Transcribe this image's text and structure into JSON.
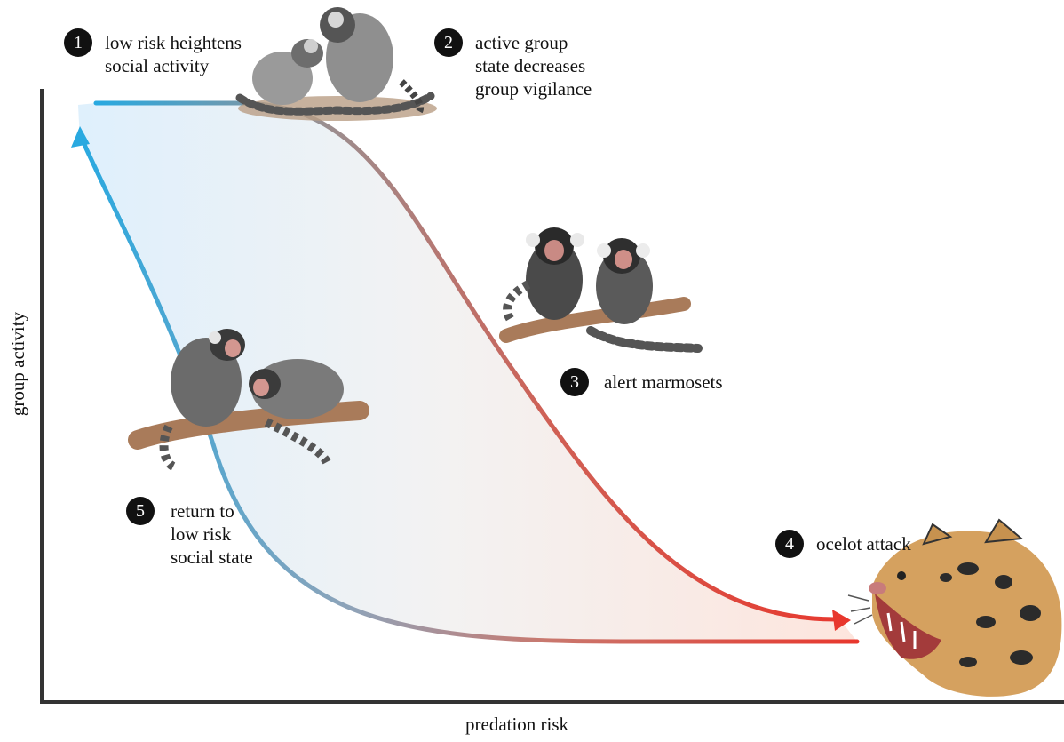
{
  "axes": {
    "x_label": "predation risk",
    "y_label": "group activity"
  },
  "steps": [
    {
      "number": "1",
      "lines": [
        "low risk heightens",
        "social activity"
      ]
    },
    {
      "number": "2",
      "lines": [
        "active group",
        "state decreases",
        "group vigilance"
      ]
    },
    {
      "number": "3",
      "lines": [
        "alert marmosets"
      ]
    },
    {
      "number": "4",
      "lines": [
        "ocelot attack"
      ]
    },
    {
      "number": "5",
      "lines": [
        "return to",
        "low risk",
        "social state"
      ]
    }
  ],
  "colors": {
    "low_risk": "#29a9e0",
    "high_risk": "#e8372d",
    "axis": "#333333",
    "badge": "#111111"
  },
  "illustrations": [
    "grooming-marmosets-illustration",
    "alert-marmosets-illustration",
    "resting-marmosets-illustration",
    "ocelot-illustration"
  ]
}
